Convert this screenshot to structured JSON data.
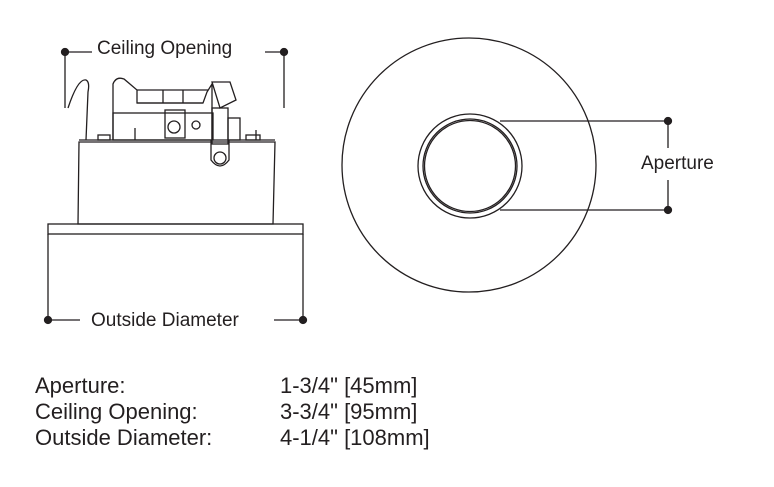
{
  "diagram": {
    "side_view": {
      "top_label": "Ceiling Opening",
      "bottom_label": "Outside Diameter"
    },
    "top_view": {
      "side_label": "Aperture"
    }
  },
  "specs": [
    {
      "name": "Aperture:",
      "value": "1-3/4\" [45mm]"
    },
    {
      "name": "Ceiling Opening:",
      "value": "3-3/4\" [95mm]"
    },
    {
      "name": "Outside Diameter:",
      "value": "4-1/4\" [108mm]"
    }
  ]
}
